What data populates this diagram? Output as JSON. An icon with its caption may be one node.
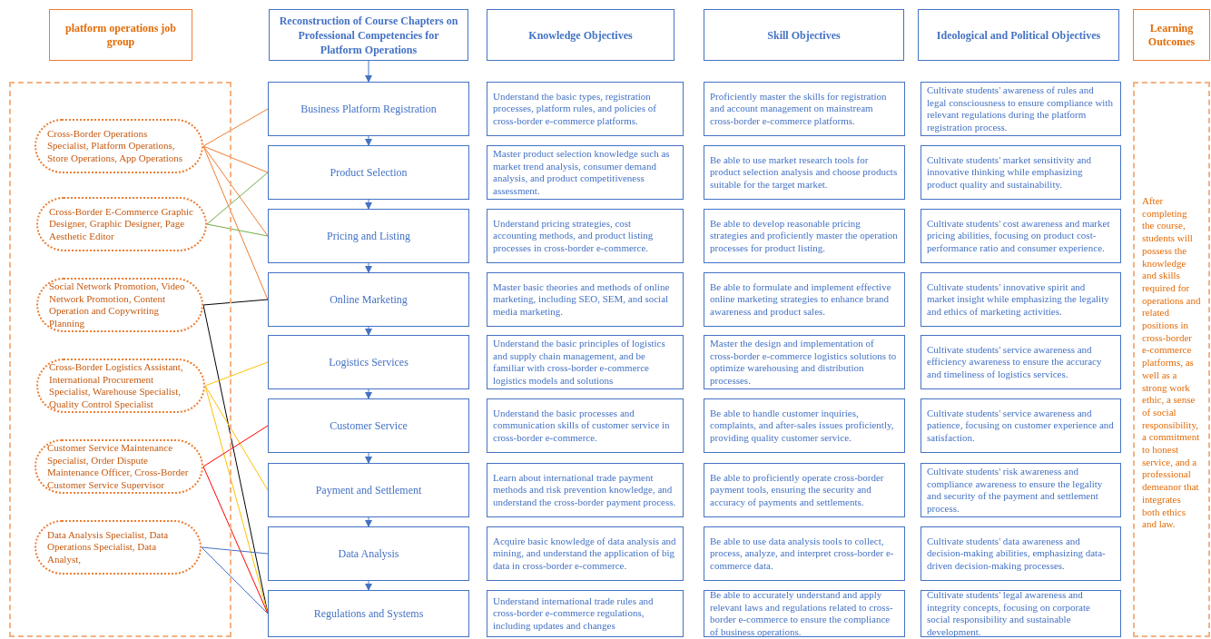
{
  "diagram": {
    "nodes": [
      {
        "text": [
          "platform operations job group"
        ]
      },
      {
        "text": [
          "Reconstruction of Course Chapters on Professional Competencies for Platform Operations"
        ]
      },
      {
        "text": [
          "Knowledge Objectives"
        ]
      },
      {
        "text": [
          "Skill Objectives"
        ]
      },
      {
        "text": [
          "Ideological and Political Objectives"
        ]
      },
      {
        "text": [
          "Learning Outcomes"
        ]
      },
      {
        "text": [],
        "shape": "box"
      },
      {
        "text": [
          "Cross-Border Operations Specialist, Platform Operations, Store Operations, App Operations"
        ],
        "in": 6
      },
      {
        "text": [
          "Cross-Border E-Commerce Graphic Designer, Graphic Designer, Page Aesthetic Editor"
        ],
        "in": 6
      },
      {
        "text": [
          "Social Network Promotion, Video Network Promotion, Content Operation and Copywriting Planning"
        ],
        "in": 6
      },
      {
        "text": [
          "Cross-Border Logistics Assistant, International Procurement Specialist, Warehouse Specialist, Quality Control Specialist"
        ],
        "in": 6
      },
      {
        "text": [
          "Customer Service Maintenance Specialist, Order Dispute Maintenance Officer, Cross-Border Customer Service Supervisor"
        ],
        "in": 6
      },
      {
        "text": [
          "Data Analysis Specialist, Data Operations Specialist, Data Analyst,"
        ],
        "in": 6
      },
      {
        "text": [
          "Business Platform Registration"
        ]
      },
      {
        "text": [
          "Product Selection"
        ]
      },
      {
        "text": [
          "Pricing and Listing"
        ]
      },
      {
        "text": [
          "Online Marketing"
        ]
      },
      {
        "text": [
          "Logistics Services"
        ]
      },
      {
        "text": [
          "Customer Service"
        ]
      },
      {
        "text": [
          "Payment and Settlement"
        ]
      },
      {
        "text": [
          "Data Analysis"
        ]
      },
      {
        "text": [
          "Regulations and Systems"
        ]
      },
      {
        "text": [
          "Understand the basic types, registration processes, platform rules, and policies of cross-border e-commerce platforms."
        ]
      },
      {
        "text": [
          "Master product selection knowledge such as market trend analysis, consumer demand analysis, and product competitiveness assessment."
        ]
      },
      {
        "text": [
          "Understand pricing strategies, cost accounting methods, and product listing processes in cross-border e-commerce."
        ]
      },
      {
        "text": [
          "Master basic theories and methods of online marketing, including SEO, SEM, and social media marketing."
        ]
      },
      {
        "text": [
          "Understand the basic principles of logistics and supply chain management, and be familiar with cross-border e-commerce logistics models and solutions"
        ]
      },
      {
        "text": [
          "Understand the basic processes and communication skills of customer service in cross-border e-commerce."
        ]
      },
      {
        "text": [
          "Learn about international trade payment methods and risk prevention knowledge, and understand the cross-border payment process."
        ]
      },
      {
        "text": [
          "Acquire basic knowledge of data analysis and mining, and understand the application of big data in cross-border e-commerce."
        ]
      },
      {
        "text": [
          "Understand international trade rules and cross-border e-commerce regulations, including updates and changes"
        ]
      },
      {
        "text": [
          "Proficiently master the skills for registration and account management on mainstream cross-border e-commerce platforms."
        ]
      },
      {
        "text": [
          "Be able to use market research tools for product selection analysis and choose products suitable for the target market."
        ]
      },
      {
        "text": [
          "Be able to develop reasonable pricing strategies and proficiently master the operation processes for product listing."
        ]
      },
      {
        "text": [
          "Be able to formulate and implement effective online marketing strategies to enhance brand awareness and product sales."
        ]
      },
      {
        "text": [
          "Master the design and implementation of cross-border e-commerce logistics solutions to optimize warehousing and distribution processes."
        ]
      },
      {
        "text": [
          "Be able to handle customer inquiries, complaints, and after-sales issues proficiently, providing quality customer service."
        ]
      },
      {
        "text": [
          "Be able to proficiently operate cross-border payment tools, ensuring the security and accuracy of payments and settlements."
        ]
      },
      {
        "text": [
          "Be able to use data analysis tools to collect, process, analyze, and interpret cross-border e-commerce data."
        ]
      },
      {
        "text": [
          "Be able to accurately understand and apply relevant laws and regulations related to cross-border e-commerce to ensure the compliance of business operations."
        ]
      },
      {
        "text": [
          "Cultivate students' awareness of rules and legal consciousness to ensure compliance with relevant regulations during the platform registration process."
        ]
      },
      {
        "text": [
          "Cultivate students' market sensitivity and innovative thinking while emphasizing product quality and sustainability."
        ]
      },
      {
        "text": [
          "Cultivate students' cost awareness and market pricing abilities, focusing on product cost-performance ratio and consumer experience."
        ]
      },
      {
        "text": [
          "Cultivate students' innovative spirit and market insight while emphasizing the legality and ethics of marketing activities."
        ]
      },
      {
        "text": [
          "Cultivate students' service awareness and efficiency awareness to ensure the accuracy and timeliness of logistics services."
        ]
      },
      {
        "text": [
          "Cultivate students' service awareness and patience, focusing on customer experience and satisfaction."
        ]
      },
      {
        "text": [
          "Cultivate students' risk awareness and compliance awareness to ensure the legality and security of the payment and settlement process."
        ]
      },
      {
        "text": [
          "Cultivate students' data awareness and decision-making abilities, emphasizing data-driven decision-making processes."
        ]
      },
      {
        "text": [
          "Cultivate students' legal awareness and integrity concepts, focusing on corporate social responsibility and sustainable development."
        ]
      },
      {
        "text": [
          "After completing the course, students will possess the knowledge and skills required for operations and related positions in cross-border e-commerce platforms, as well as a strong work ethic, a sense of social responsibility, a commitment to honest service, and a professional demeanor that integrates both ethics and law."
        ]
      }
    ],
    "edges": [
      {
        "from": 1,
        "to": 13,
        "arrow": "to"
      },
      {
        "from": 13,
        "to": 14,
        "arrow": "to"
      },
      {
        "from": 14,
        "to": 15,
        "arrow": "to"
      },
      {
        "from": 15,
        "to": 16,
        "arrow": "to"
      },
      {
        "from": 16,
        "to": 17,
        "arrow": "to"
      },
      {
        "from": 17,
        "to": 18,
        "arrow": "to"
      },
      {
        "from": 18,
        "to": 19,
        "arrow": "to"
      },
      {
        "from": 19,
        "to": 20,
        "arrow": "to"
      },
      {
        "from": 20,
        "to": 21,
        "arrow": "to"
      },
      {
        "from": 7,
        "to": 13,
        "arrow": "none",
        "color": "#ed7d31"
      },
      {
        "from": 7,
        "to": 14,
        "arrow": "none",
        "color": "#ed7d31"
      },
      {
        "from": 7,
        "to": 15,
        "arrow": "none",
        "color": "#ed7d31"
      },
      {
        "from": 7,
        "to": 16,
        "arrow": "none",
        "color": "#ed7d31"
      },
      {
        "from": 8,
        "to": 14,
        "arrow": "none",
        "color": "#70ad47"
      },
      {
        "from": 8,
        "to": 15,
        "arrow": "none",
        "color": "#70ad47"
      },
      {
        "from": 9,
        "to": 16,
        "arrow": "none",
        "color": "#000000"
      },
      {
        "from": 9,
        "to": 21,
        "arrow": "none",
        "color": "#000000"
      },
      {
        "from": 10,
        "to": 17,
        "arrow": "none",
        "color": "#ffc000"
      },
      {
        "from": 10,
        "to": 19,
        "arrow": "none",
        "color": "#ffc000"
      },
      {
        "from": 10,
        "to": 21,
        "arrow": "none",
        "color": "#ffc000"
      },
      {
        "from": 11,
        "to": 18,
        "arrow": "none",
        "color": "#ff0000"
      },
      {
        "from": 11,
        "to": 21,
        "arrow": "none",
        "color": "#ff0000"
      },
      {
        "from": 12,
        "to": 20,
        "arrow": "none",
        "color": "#4472c4"
      },
      {
        "from": 12,
        "to": 21,
        "arrow": "none",
        "color": "#4472c4"
      }
    ]
  }
}
